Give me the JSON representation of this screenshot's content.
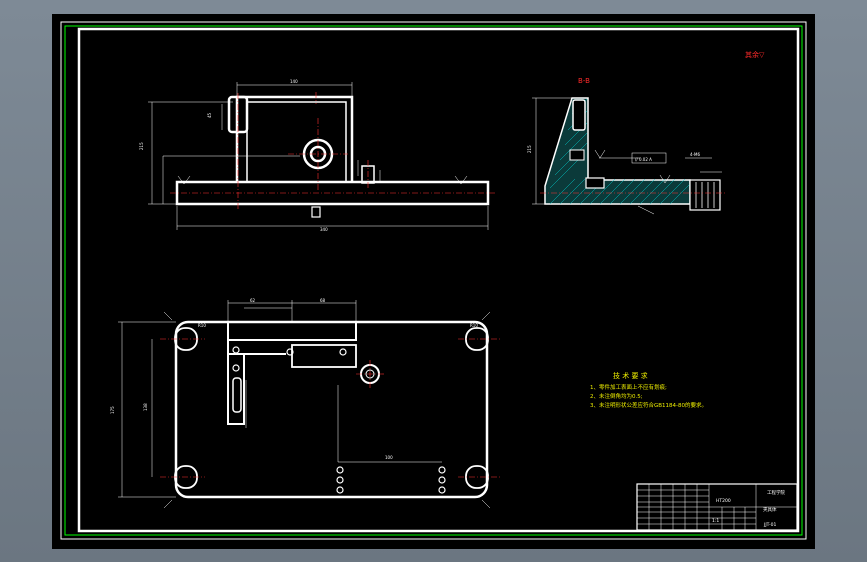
{
  "drawing": {
    "roughness_symbol": "其余▽",
    "section_label": "B-B",
    "tech_requirements": {
      "title": "技 术 要 求",
      "items": [
        "1、零件加工表面上不应有划痕;",
        "2、未注倒角均为0.5;",
        "3、未注明形状公差应符合GB1184-80的要求。"
      ]
    },
    "title_block": {
      "material": "HT200",
      "part_name": "夹具体",
      "scale": "1:1",
      "school": "工程学院",
      "drawing_no": "JJT-01"
    }
  },
  "colors": {
    "background": "#000000",
    "outer_frame": "#ffffff",
    "inner_frame": "#00ff00",
    "geometry": "#ffffff",
    "dimension": "#ffffff",
    "annotation": "#f0f000",
    "centerline": "#ff3030",
    "hatch": "#00c8c8"
  }
}
